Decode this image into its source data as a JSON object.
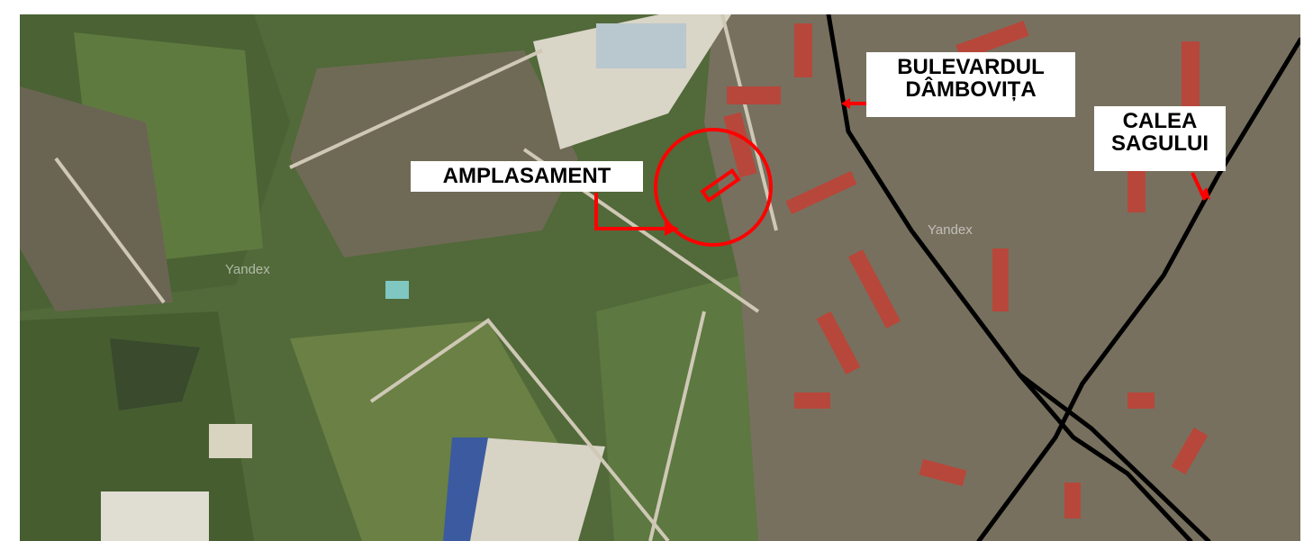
{
  "map": {
    "type": "satellite-aerial",
    "colors": {
      "vegetation": "#52693a",
      "dark_vegetation": "#3a5028",
      "field": "#6d8447",
      "urban": "#7a7060",
      "roof": "#b7473a",
      "paved": "#d6d2c4",
      "blue_roof": "#3c5aa0",
      "road_line": "#000000",
      "marker": "#ff0000",
      "label_bg": "#ffffff"
    },
    "watermarks": [
      "Yandex",
      "Yandex"
    ]
  },
  "labels": {
    "site": "AMPLASAMENT",
    "boulevard_line1": "BULEVARDUL",
    "boulevard_line2": "DÂMBOVIȚA",
    "road_line1": "CALEA",
    "road_line2": "SAGULUI"
  },
  "icons": {
    "site_circle": "red-circle-icon",
    "site_rect": "red-rectangle-icon",
    "pointer": "red-arrow-icon"
  }
}
